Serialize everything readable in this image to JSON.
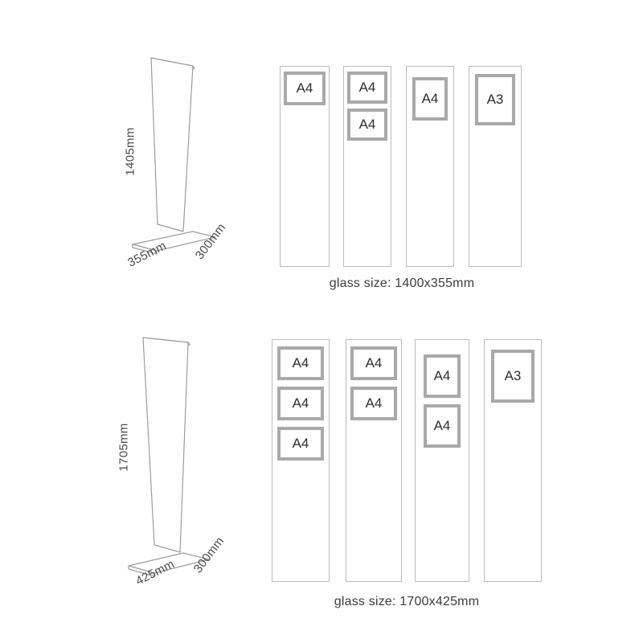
{
  "colors": {
    "background": "#ffffff",
    "panel_outline": "#bcbcbc",
    "frame_border": "#a9a9a9",
    "sketch_line": "#9d9d9d",
    "text": "#2e2e2e",
    "dim_text": "#4c4c4c"
  },
  "sections": [
    {
      "name": "stand-1400",
      "dimensions": {
        "height": "1405mm",
        "depth": "355mm",
        "width": "300mm"
      },
      "caption": "glass size: 1400x355mm",
      "panels": [
        {
          "frames": [
            "A4"
          ]
        },
        {
          "frames": [
            "A4",
            "A4"
          ]
        },
        {
          "frames": [
            "A4"
          ]
        },
        {
          "frames": [
            "A3"
          ]
        }
      ]
    },
    {
      "name": "stand-1700",
      "dimensions": {
        "height": "1705mm",
        "depth": "425mm",
        "width": "300mm"
      },
      "caption": "glass size: 1700x425mm",
      "panels": [
        {
          "frames": [
            "A4",
            "A4",
            "A4"
          ]
        },
        {
          "frames": [
            "A4",
            "A4"
          ]
        },
        {
          "frames": [
            "A4",
            "A4"
          ]
        },
        {
          "frames": [
            "A3"
          ]
        }
      ]
    }
  ]
}
